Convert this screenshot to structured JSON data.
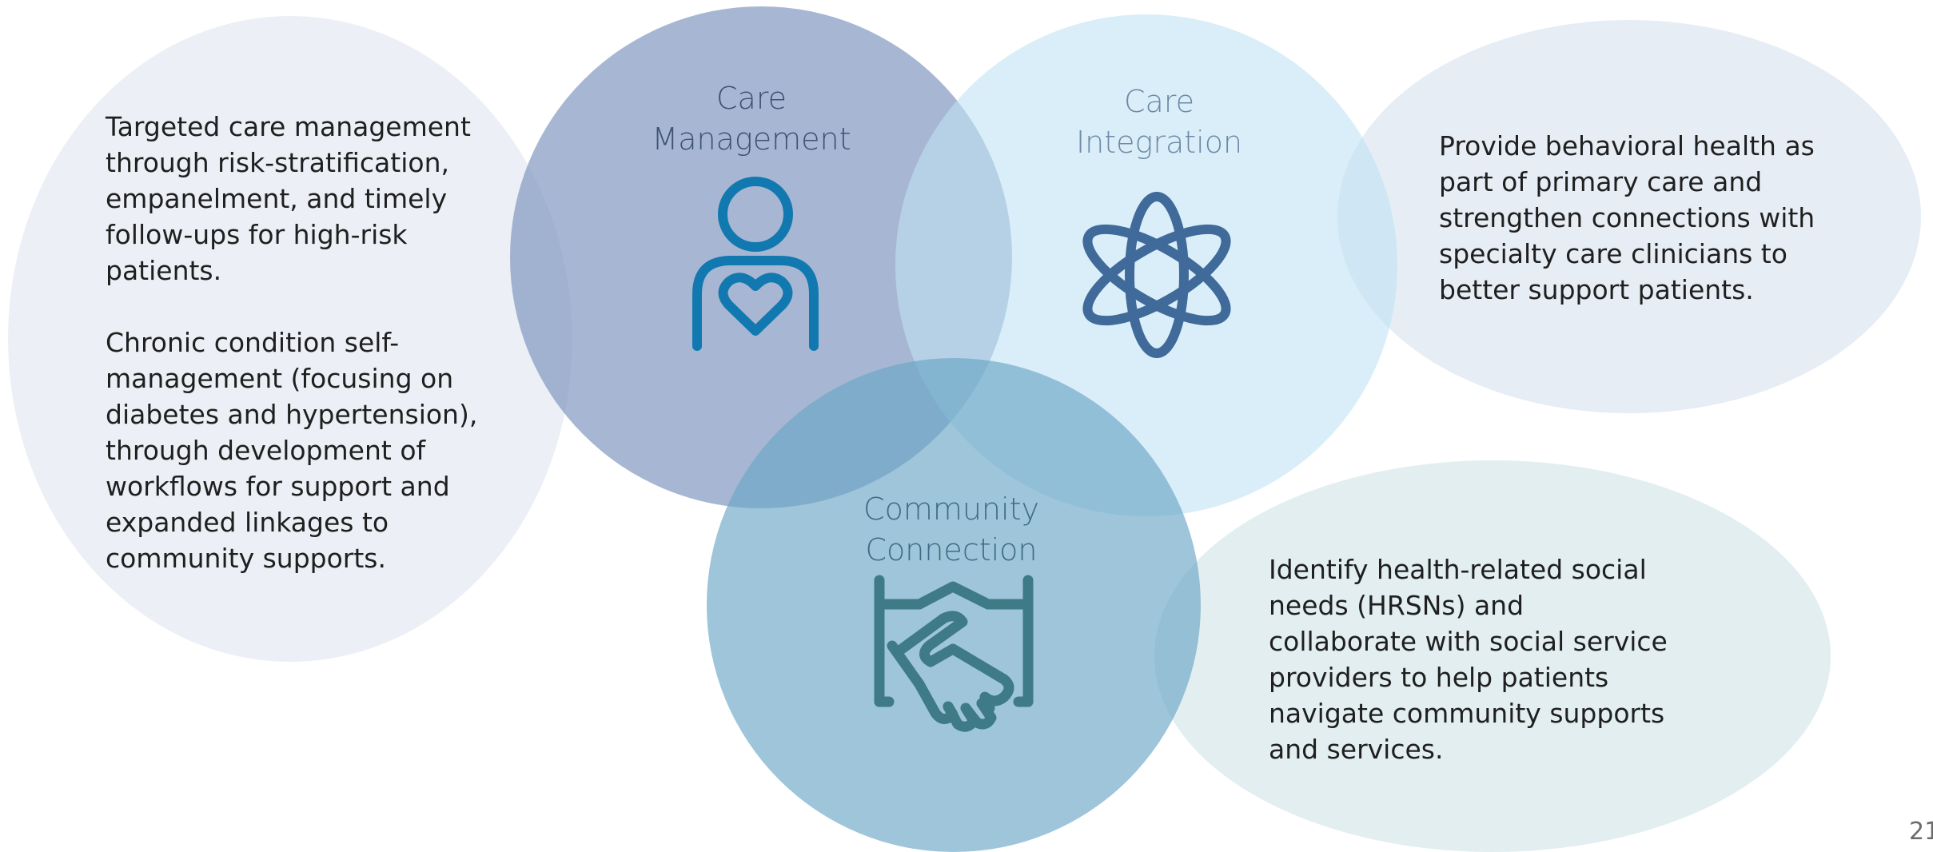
{
  "circles": {
    "care_management": {
      "title": "Care Management",
      "title_lines": [
        "Care",
        "Management"
      ],
      "icon": "person-heart-icon"
    },
    "care_integration": {
      "title": "Care Integration",
      "title_lines": [
        "Care",
        "Integration"
      ],
      "icon": "atom-icon"
    },
    "community_connection": {
      "title": "Community Connection",
      "title_lines": [
        "Community",
        "Connection"
      ],
      "icon": "handshake-icon"
    }
  },
  "descriptions": {
    "care_management_1": "Targeted care management through risk-stratification, empanelment, and timely follow-ups for high-risk patients.",
    "care_management_2": "Chronic condition self-management (focusing on diabetes and hypertension), through development of workflows for support and expanded linkages to community supports.",
    "care_integration": "Provide behavioral health as part of primary care and strengthen connections with specialty care clinicians to better support patients.",
    "community_connection": "Identify health-related social needs (HRSNs) and collaborate with social service providers to help patients navigate community supports and services."
  },
  "colors": {
    "care_management_circle": "#7d95be",
    "care_integration_circle": "#bfe3f4",
    "community_connection_circle": "#6aa6c4",
    "left_bubble": "#e6e9f2",
    "right_top_bubble": "#dbe6f1",
    "right_bottom_bubble": "#d5e7ea",
    "care_management_icon": "#1279b0",
    "care_integration_icon": "#3f6a99",
    "community_connection_icon": "#3e7b86"
  },
  "page_number": "21"
}
